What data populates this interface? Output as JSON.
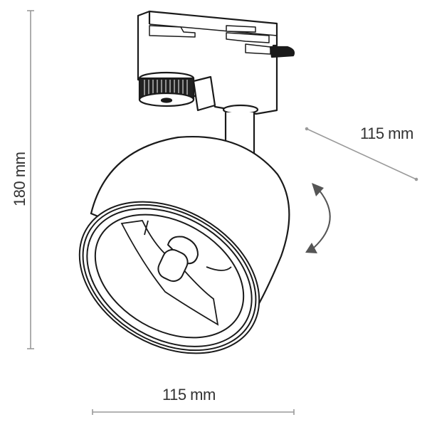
{
  "diagram": {
    "subject": "track spotlight technical drawing",
    "colors": {
      "line": "#1a1a1a",
      "dimension": "#9a9a9a",
      "arrow": "#555555",
      "text": "#333333"
    },
    "dimensions": {
      "height": {
        "label": "180 mm",
        "orientation": "vertical"
      },
      "depth": {
        "label": "115 mm",
        "orientation": "diagonal"
      },
      "width": {
        "label": "115 mm",
        "orientation": "horizontal"
      }
    },
    "annotations": {
      "rotation_arrow": "double-headed curved arrow indicating tilt"
    },
    "parts": [
      "track-adapter",
      "adjustment-knob",
      "stem",
      "lamp-head",
      "lamp-bezel",
      "reflector",
      "bulb-holder"
    ]
  }
}
